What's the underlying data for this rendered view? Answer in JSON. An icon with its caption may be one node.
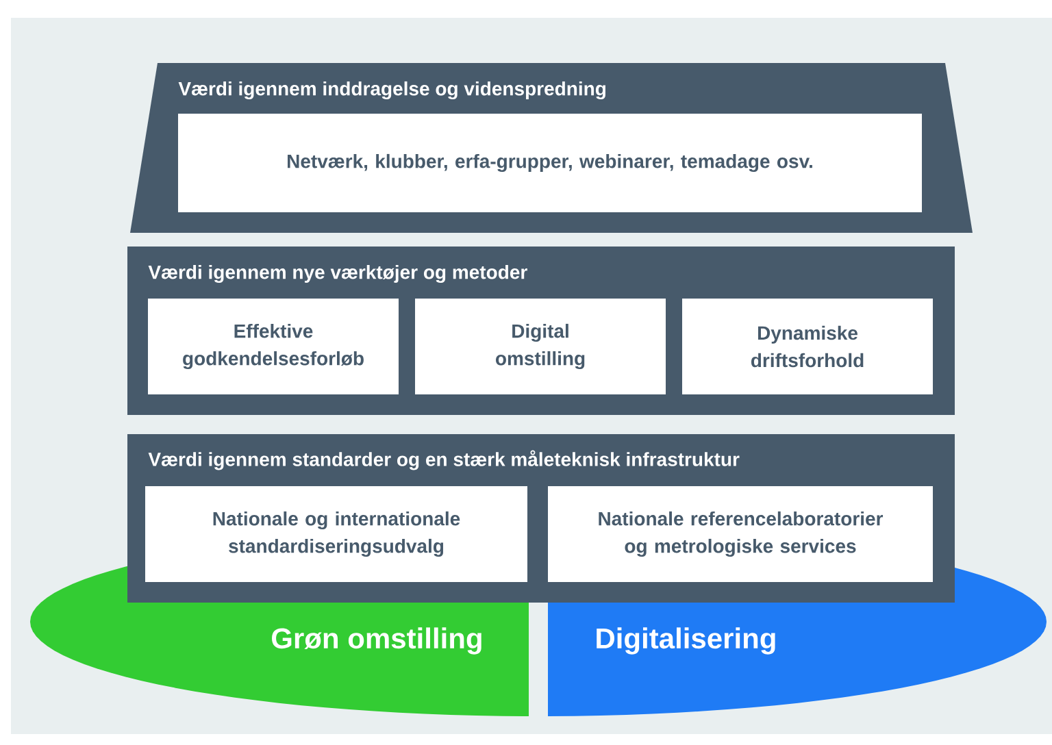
{
  "diagram": {
    "nodes": [
      {
        "text": [
          "Værdi igennem inddragelse og videnspredning"
        ]
      },
      {
        "text": [
          "Netværk, klubber, erfa-grupper, webinarer, temadage osv."
        ],
        "in": 0
      },
      {
        "text": [
          "Værdi igennem nye værktøjer og metoder"
        ]
      },
      {
        "text": [
          "Effektive godkendelsesforløb"
        ],
        "in": 2
      },
      {
        "text": [
          "Digital omstilling"
        ],
        "in": 2
      },
      {
        "text": [
          "Dynamiske driftsforhold"
        ],
        "in": 2
      },
      {
        "text": [
          "Værdi igennem standarder og en stærk måleteknisk infrastruktur"
        ]
      },
      {
        "text": [
          "Nationale og internationale standardiseringsudvalg"
        ],
        "in": 6
      },
      {
        "text": [
          "Nationale referencelaboratorier og metrologiske services"
        ],
        "in": 6
      },
      {
        "text": [
          "Grøn omstilling"
        ]
      },
      {
        "text": [
          "Digitalisering"
        ]
      }
    ]
  }
}
